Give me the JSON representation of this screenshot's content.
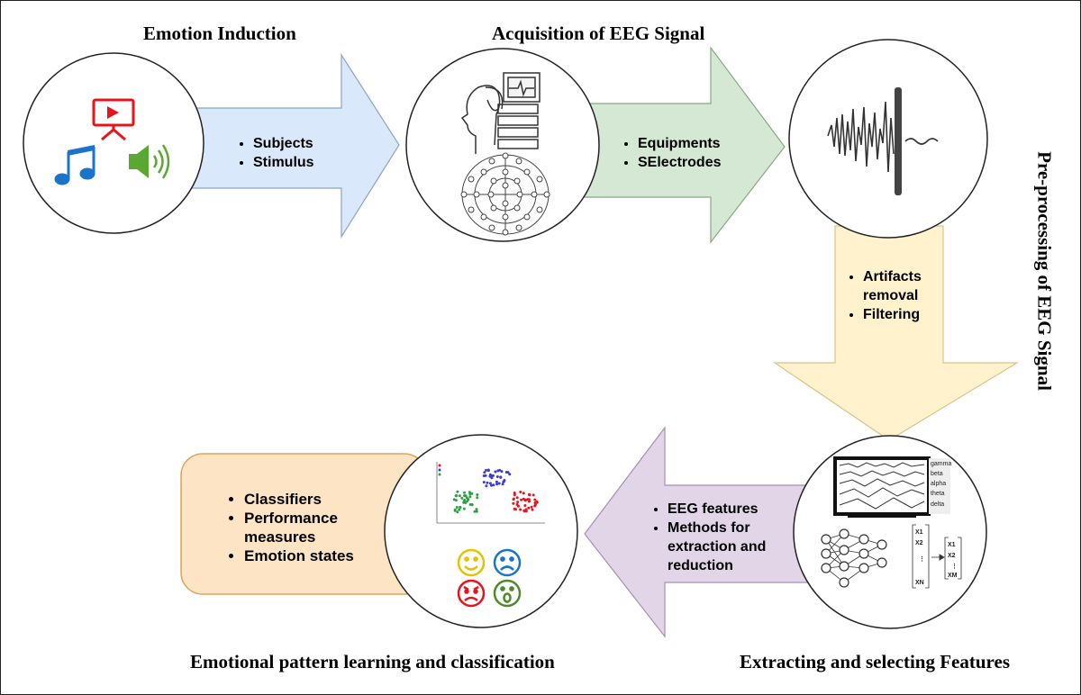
{
  "stages": {
    "emotion_induction": {
      "title": "Emotion Induction",
      "bullets": [
        "Subjects",
        "Stimulus"
      ]
    },
    "acquisition": {
      "title": "Acquisition of EEG Signal",
      "bullets": [
        "Equipments",
        "SElectrodes"
      ]
    },
    "preprocessing": {
      "title": "Pre-processing of EEG Signal",
      "bullets": [
        "Artifacts removal",
        "Filtering"
      ]
    },
    "feature_extraction": {
      "title": "Extracting and selecting Features",
      "bullets": [
        "EEG features",
        "Methods for extraction and reduction"
      ]
    },
    "classification": {
      "title": "Emotional pattern learning and classification",
      "bullets": [
        "Classifiers",
        "Performance measures",
        "Emotion states"
      ]
    }
  },
  "brainwave_labels": [
    "gamma",
    "beta",
    "alpha",
    "theta",
    "delta"
  ],
  "vector_labels": {
    "input": [
      "X1",
      "X2",
      "XN"
    ],
    "output": [
      "X1",
      "X2",
      "XM"
    ]
  },
  "colors": {
    "arrow_blue": "#dae8fc",
    "arrow_blue_edge": "#8ba3c9",
    "arrow_green": "#d5e8d4",
    "arrow_green_edge": "#87a883",
    "arrow_yellow": "#fff2cc",
    "arrow_yellow_edge": "#d9c38a",
    "arrow_purple": "#e1d5e7",
    "arrow_purple_edge": "#a58fb3",
    "box_orange": "#fde4c4",
    "box_orange_edge": "#d9a55c",
    "icon_red": "#e8141b",
    "icon_blue": "#1a74c9",
    "icon_green": "#5aa832"
  },
  "icons": [
    "presentation-icon",
    "music-note-icon",
    "speaker-icon",
    "eeg-monitor-icon",
    "electrode-cap-icon",
    "signal-filter-icon",
    "brainwave-monitor-icon",
    "neural-network-icon",
    "scatter-plot-icon",
    "emoji-happy-icon",
    "emoji-sad-icon",
    "emoji-angry-icon",
    "emoji-surprised-icon"
  ]
}
